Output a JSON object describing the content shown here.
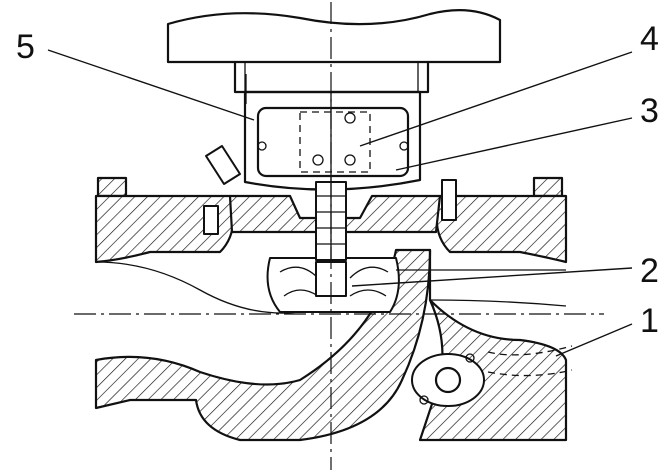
{
  "callouts": [
    {
      "id": "5",
      "label": "5"
    },
    {
      "id": "4",
      "label": "4"
    },
    {
      "id": "3",
      "label": "3"
    },
    {
      "id": "2",
      "label": "2"
    },
    {
      "id": "1",
      "label": "1"
    }
  ],
  "colors": {
    "ink": "#111111",
    "background": "#ffffff"
  },
  "icons": [
    "pump-cross-section-drawing"
  ]
}
